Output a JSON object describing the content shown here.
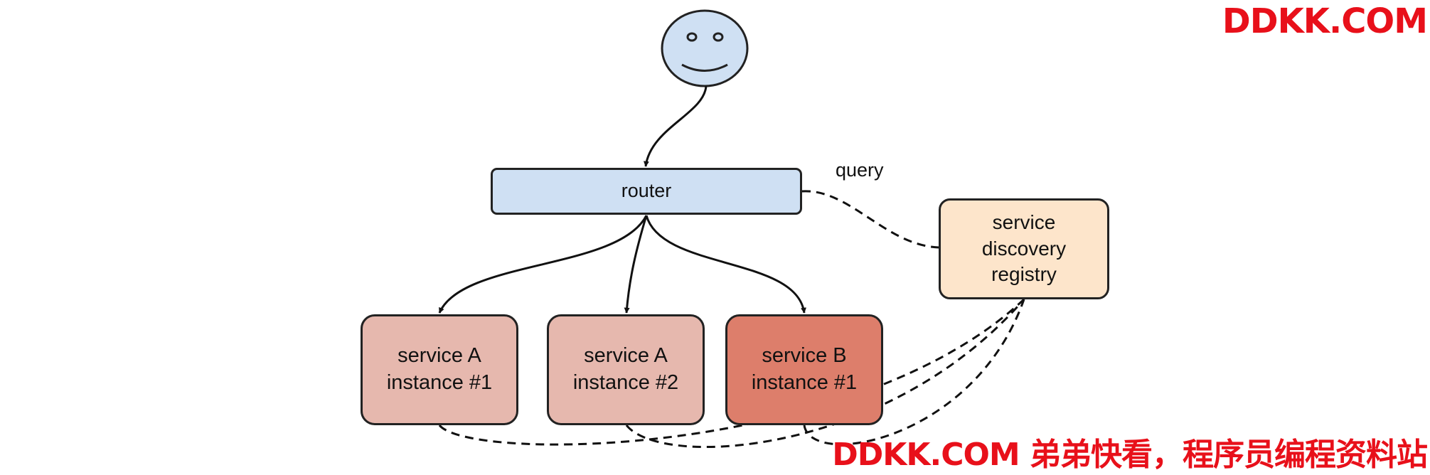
{
  "diagram": {
    "router_label": "router",
    "query_label": "query",
    "registry_lines": [
      "service",
      "discovery",
      "registry"
    ],
    "services": [
      {
        "line1": "service A",
        "line2": "instance #1"
      },
      {
        "line1": "service A",
        "line2": "instance #2"
      },
      {
        "line1": "service B",
        "line2": "instance #1"
      }
    ]
  },
  "watermark": {
    "top": "DDKK.COM",
    "bottom": "DDKK.COM 弟弟快看，程序员编程资料站"
  },
  "colors": {
    "face": "#cfe0f3",
    "router": "#cfe0f3",
    "registry": "#fde5cb",
    "service_a": "#e6b8ae",
    "service_b": "#dd7e6b",
    "watermark": "#e8101a"
  },
  "icons": {
    "client": "smiley-face-icon"
  }
}
